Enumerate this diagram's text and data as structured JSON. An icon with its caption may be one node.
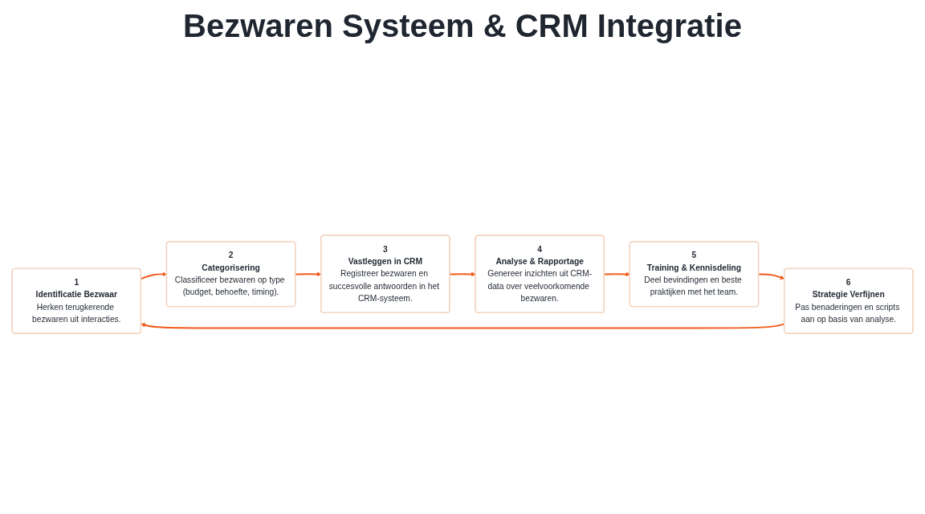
{
  "diagram": {
    "title": "Bezwaren Systeem & CRM Integratie",
    "nodes": [
      {
        "text": [
          "1",
          "Identificatie Bezwaar",
          "Herken terugkerende bezwaren uit interacties."
        ]
      },
      {
        "text": [
          "2",
          "Categorisering",
          "Classificeer bezwaren op type (budget, behoefte, timing)."
        ]
      },
      {
        "text": [
          "3",
          "Vastleggen in CRM",
          "Registreer bezwaren en succesvolle antwoorden in het CRM-systeem."
        ]
      },
      {
        "text": [
          "4",
          "Analyse & Rapportage",
          "Genereer inzichten uit CRM-data over veelvoorkomende bezwaren."
        ]
      },
      {
        "text": [
          "5",
          "Training & Kennisdeling",
          "Deel bevindingen en beste praktijken met het team."
        ]
      },
      {
        "text": [
          "6",
          "Strategie Verfijnen",
          "Pas benaderingen en scripts aan op basis van analyse."
        ]
      }
    ],
    "edges": [
      {
        "from": 0,
        "to": 1,
        "arrow": "to"
      },
      {
        "from": 1,
        "to": 2,
        "arrow": "to"
      },
      {
        "from": 2,
        "to": 3,
        "arrow": "to"
      },
      {
        "from": 3,
        "to": 4,
        "arrow": "to"
      },
      {
        "from": 4,
        "to": 5,
        "arrow": "to"
      },
      {
        "from": 5,
        "to": 0,
        "arrow": "to"
      }
    ]
  }
}
